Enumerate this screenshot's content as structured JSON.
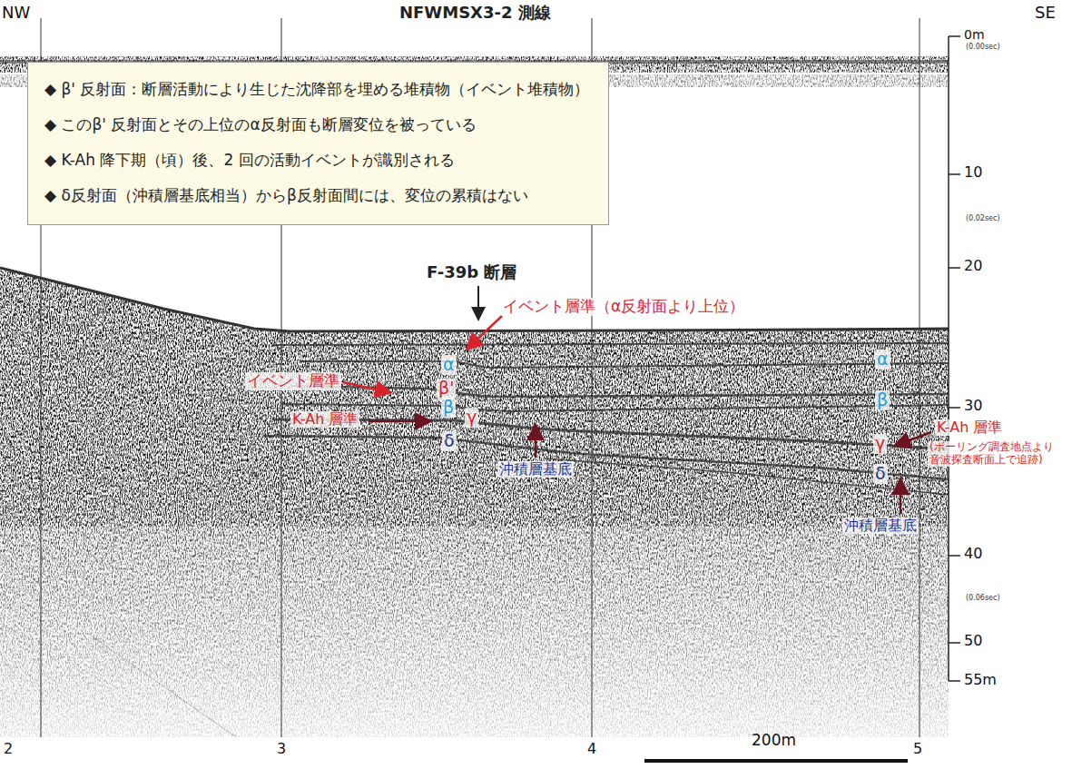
{
  "diagram": {
    "title": "NFWMSX3-2 測線",
    "nodes": [
      {
        "text": [
          "◆ β' 反射面：断層活動により生じた沈降部を埋める堆積物（イベント堆積物）",
          "◆ このβ' 反射面とその上位のα反射面も断層変位を被っている",
          "◆ K-Ah 降下期（頃）後、2 回の活動イベントが識別される",
          "◆ δ反射面（沖積層基底相当）からβ反射面間には、変位の累積はない"
        ]
      }
    ],
    "labels": [
      "NW",
      "SE",
      "0m",
      "(0.00sec)",
      "10",
      "(0.02sec)",
      "20",
      "30",
      "40",
      "(0.06sec)",
      "50",
      "55m",
      "F-39b 断層",
      "イベント層準（α反射面より上位）",
      "α",
      "β'",
      "β",
      "γ",
      "δ",
      "イベント層準",
      "K-Ah 層準",
      "沖積層基底",
      "α",
      "β",
      "γ",
      "K-Ah 層準",
      "(ボーリング調査地点より 音波探査断面上で追跡)",
      "δ",
      "沖積層基底",
      "2",
      "3",
      "4",
      "5",
      "200m"
    ]
  }
}
